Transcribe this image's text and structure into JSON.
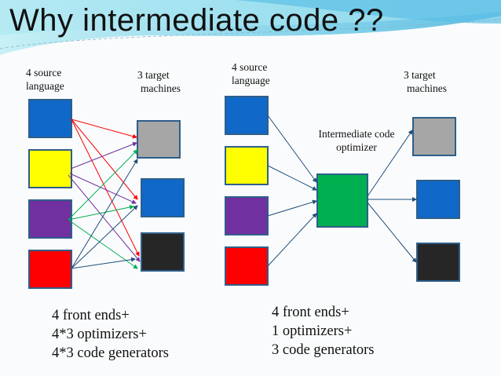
{
  "title": "Why intermediate code ??",
  "left": {
    "source_label": [
      "4 source",
      "language"
    ],
    "target_label": [
      "3 target",
      "machines"
    ],
    "footer": [
      "4 front ends+",
      "4*3 optimizers+",
      "4*3 code generators"
    ]
  },
  "right": {
    "source_label": [
      "4 source",
      "language"
    ],
    "optimizer_label": [
      "Intermediate code",
      "optimizer"
    ],
    "target_label": [
      "3 target",
      "machines"
    ],
    "footer": [
      "4 front ends+",
      "1 optimizers+",
      "3 code generators"
    ]
  },
  "colors": {
    "blue": "#1068c8",
    "yellow": "#ffff00",
    "purple": "#7030a0",
    "red": "#ff0000",
    "gray": "#a6a6a6",
    "black": "#262626",
    "green": "#00b050",
    "border": "#2e5f8a"
  }
}
